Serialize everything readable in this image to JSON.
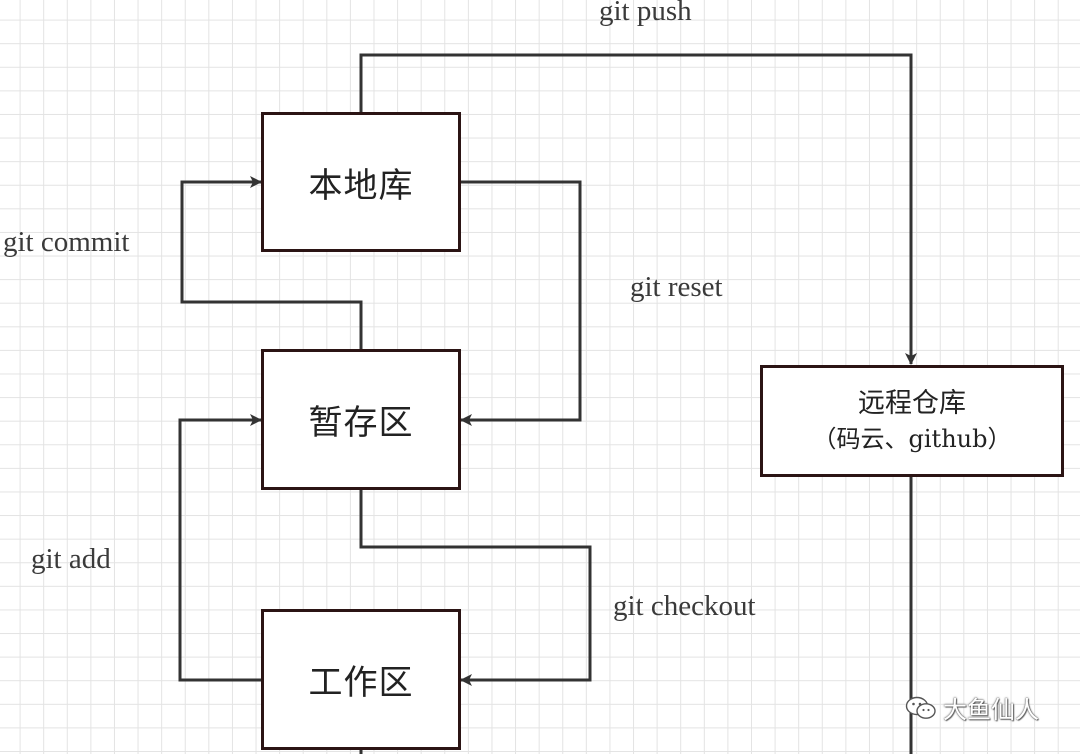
{
  "nodes": {
    "local_repo": "本地库",
    "staging_area": "暂存区",
    "working_dir": "工作区",
    "remote_repo": "远程仓库",
    "remote_repo_sub": "（码云、github）"
  },
  "edges": {
    "push": "git push",
    "commit": "git commit",
    "reset": "git reset",
    "add": "git add",
    "checkout": "git checkout"
  },
  "watermark": {
    "text": "大鱼仙人",
    "icon": "wechat-icon"
  },
  "colors": {
    "box_border": "#2b1414",
    "line": "#333333",
    "grid": "#e3e3e3"
  }
}
